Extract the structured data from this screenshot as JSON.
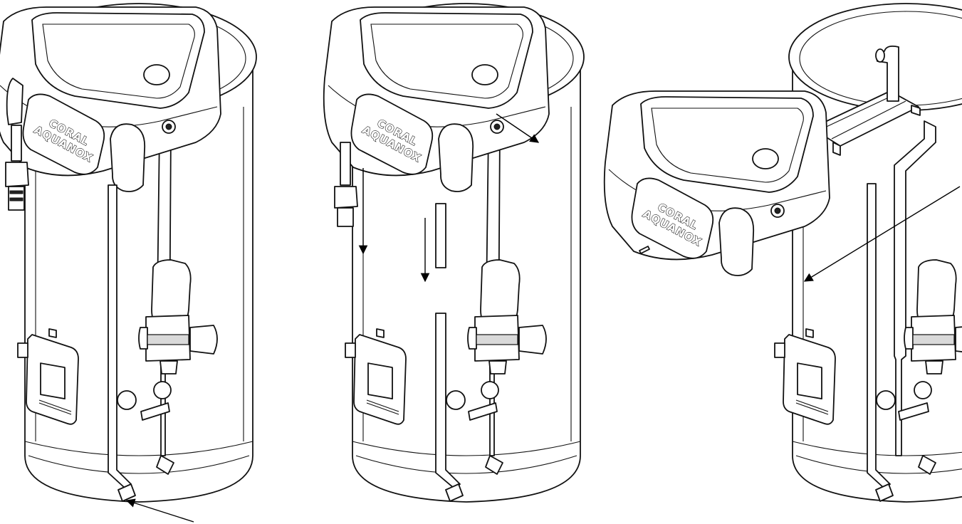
{
  "figure": {
    "panels": [
      {
        "id": "panel-1",
        "brand_line_1": "CORAL",
        "brand_line_2": "AQUANOX"
      },
      {
        "id": "panel-2",
        "brand_line_1": "CORAL",
        "brand_line_2": "AQUANOX"
      },
      {
        "id": "panel-3",
        "brand_line_1": "CORAL",
        "brand_line_2": "AQUANOX"
      }
    ]
  },
  "colors": {
    "line": "#111111",
    "fill": "#ffffff",
    "background": "#ffffff"
  }
}
